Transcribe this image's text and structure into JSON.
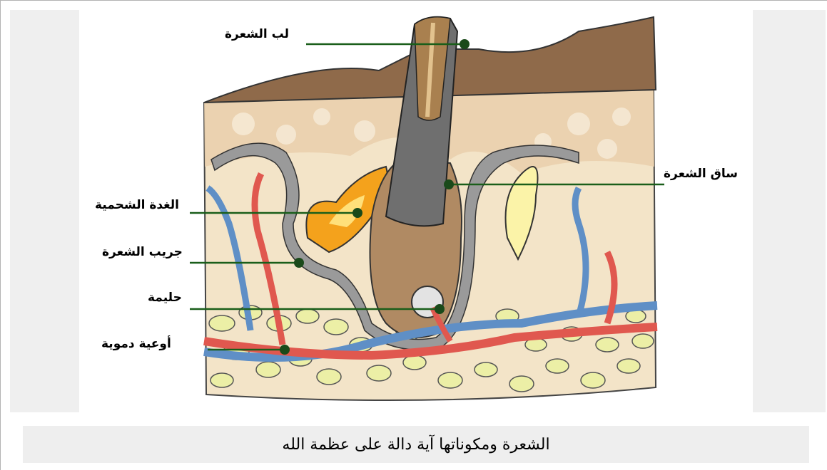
{
  "labels": {
    "hair_medulla": "لب الشعرة",
    "hair_shaft": "ساق الشعرة",
    "sebaceous_gland": "الغدة الشحمية",
    "hair_follicle": "جريب الشعرة",
    "papilla": "حليمة",
    "blood_vessels": "أوعية دموية"
  },
  "caption": "الشعرة ومكوناتها آية دالة على عظمة الله",
  "colors": {
    "epidermis": "#8f6a4a",
    "dermis": "#f2e2c6",
    "fat_cell": "#ecefa6",
    "artery": "#e0584f",
    "vein": "#5f8fc6",
    "hair_shaft": "#777777",
    "sebaceous_gland": "#f4a21c",
    "leader_line": "#1a5e1a"
  }
}
